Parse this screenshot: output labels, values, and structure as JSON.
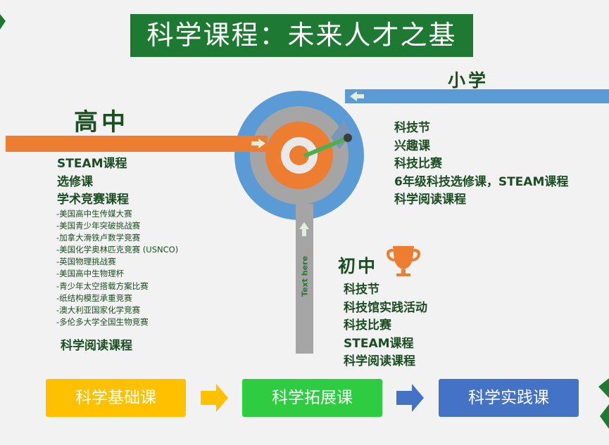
{
  "title": "科学课程：未来人才之基",
  "sections": {
    "high": {
      "heading": "高中",
      "items": [
        "STEAM课程",
        "选修课",
        "学术竞赛课程"
      ],
      "competitions": [
        "-美国高中生传媒大赛",
        "-美国青少年突破挑战赛",
        "-加拿大滑铁卢数学竞赛",
        "-美国化学奥林匹克竞赛 (USNCO)",
        "-英国物理挑战赛",
        "-美国高中生物理杯",
        "-青少年太空搭载方案比赛",
        "-纸结构模型承重竞赛",
        "-澳大利亚国家化学竞赛",
        "-多伦多大学全国生物竞赛"
      ],
      "footer": "科学阅读课程"
    },
    "primary": {
      "heading": "小学",
      "items": [
        "科技节",
        "兴趣课",
        "科技比赛",
        "6年级科技选修课，STEAM课程",
        "科学阅读课程"
      ]
    },
    "middle": {
      "heading": "初中",
      "items": [
        "科技节",
        "科技馆实践活动",
        "科技比赛",
        "STEAM课程",
        "科学阅读课程"
      ]
    }
  },
  "vertical_label": "Text here",
  "stages": [
    {
      "label": "科学基础课",
      "color": "#ffc000"
    },
    {
      "label": "科学拓展课",
      "color": "#2ecc40"
    },
    {
      "label": "科学实践课",
      "color": "#4472c4"
    }
  ],
  "colors": {
    "green_title": "#1e7a33",
    "orange": "#ed7d31",
    "blue": "#5b9bd5",
    "gray": "#a5a5a5",
    "arrow_yellow": "#ffc000",
    "arrow_blue": "#4472c4",
    "trophy": "#ed7d31"
  },
  "icons": [
    "trophy-icon",
    "arrow-right-icon",
    "arrow-left-icon",
    "arrow-up-icon"
  ]
}
